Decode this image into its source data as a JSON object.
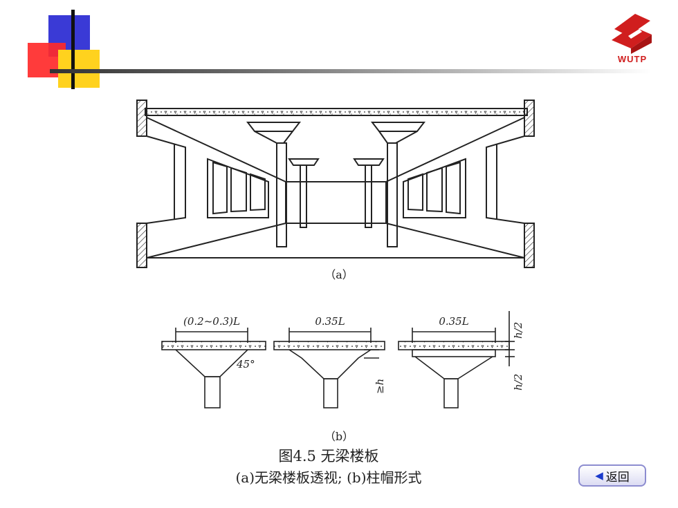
{
  "logo": {
    "text": "WUTP",
    "icon": "wutp-logo-icon"
  },
  "figure_a": {
    "label": "（a）"
  },
  "figure_b": {
    "label": "（b）",
    "dims": [
      "(0.2~0.3)L",
      "0.35L",
      "0.35L"
    ],
    "angle": "45°",
    "depth": "≥h",
    "half_h_top": "h/2",
    "half_h_bottom": "h/2"
  },
  "caption": {
    "title": "图4.5  无梁楼板",
    "subtitle": "(a)无梁楼板透视; (b)柱帽形式"
  },
  "back_button": {
    "label": "返回",
    "icon": "left-triangle-icon"
  },
  "colors": {
    "accent_blue": "#3a3ad6",
    "accent_red": "#ff2a2a",
    "accent_yellow": "#ffd21e",
    "logo_red": "#d01e1e"
  }
}
